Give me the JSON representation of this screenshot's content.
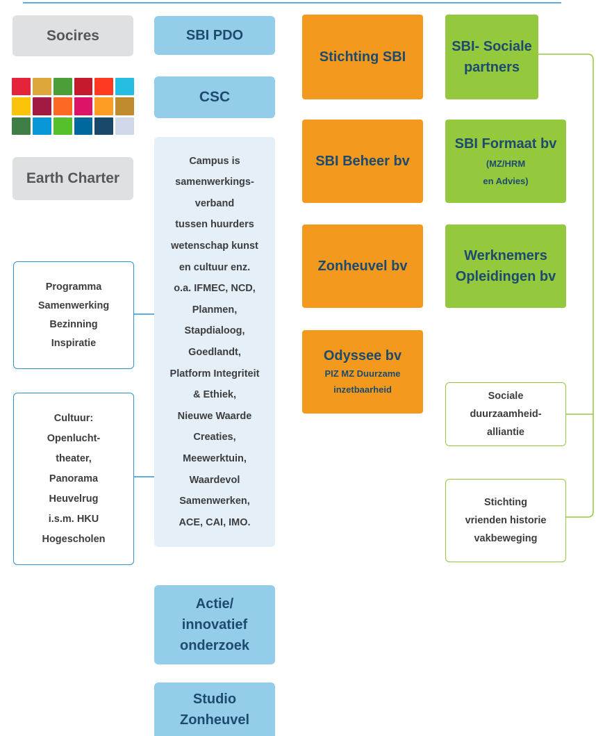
{
  "left": {
    "socires": "Socires",
    "earth_charter": "Earth Charter",
    "programma": "Programma\nSamenwerking\nBezinning\nInspiratie",
    "cultuur": "Cultuur:\nOpenlucht-\ntheater,\nPanorama\nHeuvelrug\ni.s.m. HKU\nHogescholen"
  },
  "sdg_logo": {
    "colors": [
      "#e5243b",
      "#dda63a",
      "#4c9f38",
      "#c5192d",
      "#ff3a21",
      "#26bde2",
      "#fcc30b",
      "#a21942",
      "#fd6925",
      "#dd1367",
      "#fd9d24",
      "#bf8b2e",
      "#3f7e44",
      "#0a97d9",
      "#56c02b",
      "#00689d",
      "#19486a",
      "#cfd8e8"
    ]
  },
  "column2": {
    "sbi_pdo": "SBI PDO",
    "csc": "CSC",
    "campus": "Campus is\nsamenwerkings-\nverband\ntussen huurders\nwetenschap kunst\nen cultuur enz.\no.a. IFMEC, NCD,\nPlanmen,\nStapdialoog,\nGoedlandt,\nPlatform Integriteit\n& Ethiek,\nNieuwe Waarde\nCreaties,\nMeewerktuin,\nWaardevol\nSamenwerken,\nACE, CAI, IMO.",
    "actie": "Actie/\ninnovatief\nonderzoek",
    "studio": "Studio\nZonheuvel"
  },
  "column3": {
    "stichting_sbi": "Stichting SBI",
    "sbi_beheer": "SBI Beheer bv",
    "zonheuvel": "Zonheuvel bv",
    "odyssee_title": "Odyssee bv",
    "odyssee_sub": "PIZ MZ  Duurzame\ninzetbaarheid"
  },
  "column4": {
    "sociale_partners": "SBI- Sociale\npartners",
    "formaat_title": "SBI Formaat bv",
    "formaat_sub_1": "(MZ/HRM",
    "formaat_sub_2": "en Advies)",
    "werknemers": "Werknemers\nOpleidingen bv",
    "alliantie": "Sociale\nduurzaamheid-\nalliantie",
    "historie": "Stichting\nvrienden historie\nvakbeweging"
  },
  "colors": {
    "grey": "#dfe0e2",
    "blue": "#93cdea",
    "light_blue": "#e4eff8",
    "orange": "#f39a1e",
    "green": "#94c83d",
    "line_blue": "#2a94cf"
  }
}
